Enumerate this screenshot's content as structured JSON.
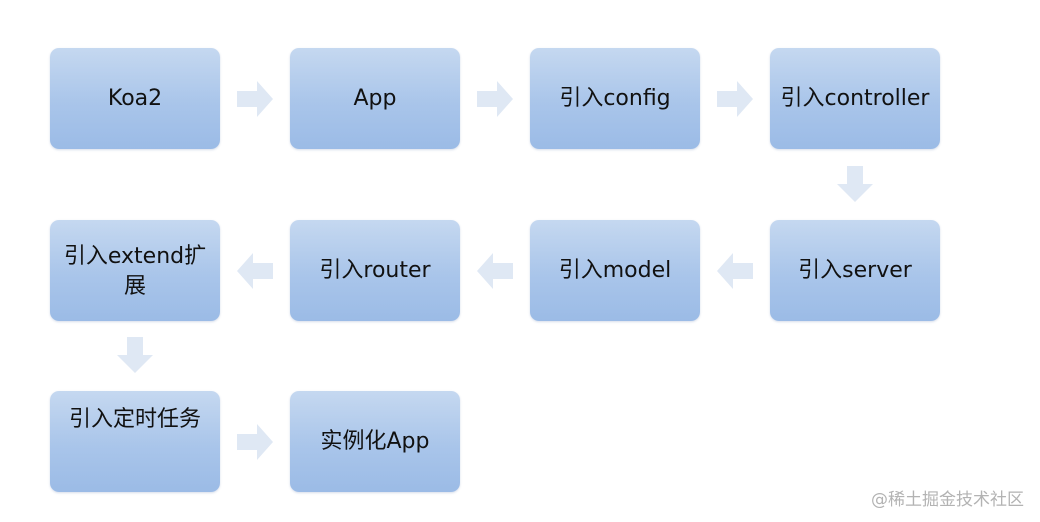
{
  "nodes": [
    {
      "id": "koa2",
      "label": "Koa2"
    },
    {
      "id": "app",
      "label": "App"
    },
    {
      "id": "config",
      "label": "引入config"
    },
    {
      "id": "controller",
      "label": "引入controller"
    },
    {
      "id": "server",
      "label": "引入server"
    },
    {
      "id": "model",
      "label": "引入model"
    },
    {
      "id": "router",
      "label": "引入router"
    },
    {
      "id": "extend",
      "label": "引入extend扩展"
    },
    {
      "id": "timer",
      "label": "引入定时任务"
    },
    {
      "id": "instantiate",
      "label": "实例化App"
    }
  ],
  "edges": [
    {
      "from": "koa2",
      "to": "app",
      "direction": "right"
    },
    {
      "from": "app",
      "to": "config",
      "direction": "right"
    },
    {
      "from": "config",
      "to": "controller",
      "direction": "right"
    },
    {
      "from": "controller",
      "to": "server",
      "direction": "down"
    },
    {
      "from": "server",
      "to": "model",
      "direction": "left"
    },
    {
      "from": "model",
      "to": "router",
      "direction": "left"
    },
    {
      "from": "router",
      "to": "extend",
      "direction": "left"
    },
    {
      "from": "extend",
      "to": "timer",
      "direction": "down"
    },
    {
      "from": "timer",
      "to": "instantiate",
      "direction": "right"
    }
  ],
  "colors": {
    "box_fill": "#a9c5ea",
    "arrow_fill": "#dfe8f4",
    "text": "#111111"
  },
  "watermark": "@稀土掘金技术社区"
}
